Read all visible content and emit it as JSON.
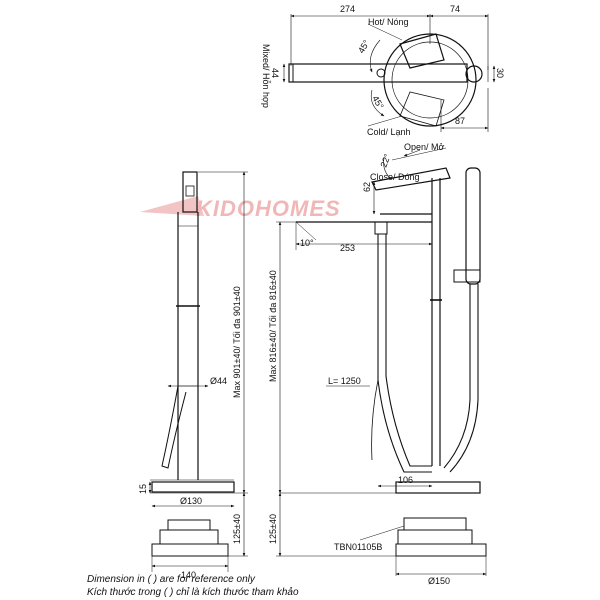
{
  "watermark": "KIDOHOMES",
  "top_view": {
    "dim_length": "274",
    "dim_spout_end": "74",
    "hot_label": "Hot/ Nóng",
    "cold_label": "Cold/ Lạnh",
    "mixed_label": "Mixed/ Hỗn hợp",
    "angle_hot": "45°",
    "angle_cold": "45°",
    "dim_44": "44",
    "dim_30": "30",
    "dim_87": "87"
  },
  "side_view": {
    "open_label": "Open/ Mở",
    "close_label": "Close/ Đóng",
    "angle_open": "22°",
    "dim_62": "62",
    "angle_spout": "10°",
    "dim_spout": "253",
    "hose_length": "L= 1250",
    "dim_106": "106",
    "max_height": "Max 816±40/ Tối đa 816±40",
    "base_height": "125±40",
    "part_code": "TBN01105B",
    "dia_base": "Ø150"
  },
  "front_view": {
    "max_height": "Max 901±40/ Tối đa 901±40",
    "dia_body": "Ø44",
    "dim_15": "15",
    "dia_plate": "Ø130",
    "dim_140": "140",
    "base_height": "125±40"
  },
  "notes": {
    "line1": "Dimension in ( ) are for reference only",
    "line2": "Kích thước trong ( ) chỉ là kích thước tham khảo"
  }
}
